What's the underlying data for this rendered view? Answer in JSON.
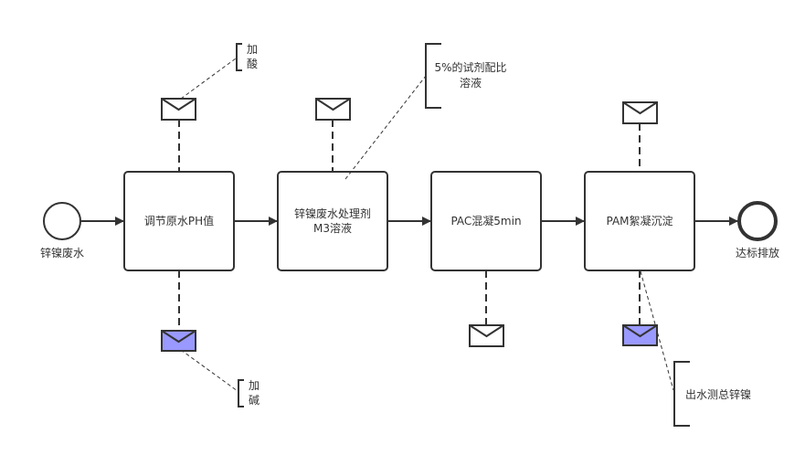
{
  "diagram": {
    "start_event": {
      "label": "锌镍废水"
    },
    "end_event": {
      "label": "达标排放"
    },
    "tasks": [
      {
        "label": "调节原水PH值"
      },
      {
        "label": "锌镍废水处理剂\nM3溶液"
      },
      {
        "label": "PAC混凝5min"
      },
      {
        "label": "PAM絮凝沉淀"
      }
    ],
    "annotations": [
      {
        "label": "加\n酸"
      },
      {
        "label": "5%的试剂配比\n溶液"
      },
      {
        "label": "加\n碱"
      },
      {
        "label": "出水测总锌镍"
      }
    ],
    "messages": [
      {
        "name": "message-in-task1-top",
        "filled": false
      },
      {
        "name": "message-out-task1-bottom",
        "filled": true
      },
      {
        "name": "message-in-task2-top",
        "filled": false
      },
      {
        "name": "message-out-task3-bottom",
        "filled": false
      },
      {
        "name": "message-in-task4-top",
        "filled": false
      },
      {
        "name": "message-out-task4-bottom",
        "filled": true
      }
    ],
    "colors": {
      "stroke": "#333333",
      "filled_message": "#9999ff",
      "text": "#333333"
    }
  }
}
